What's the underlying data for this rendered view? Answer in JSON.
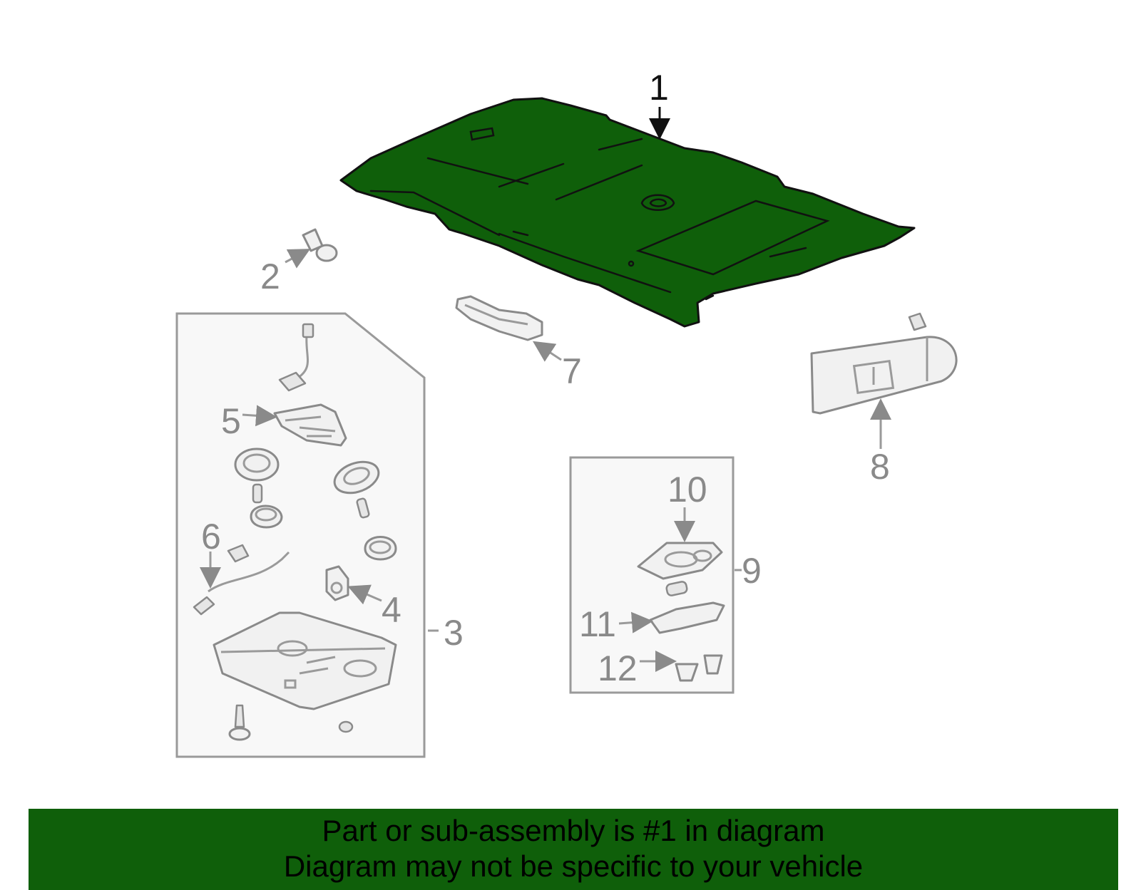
{
  "colors": {
    "highlight": "#0f5f0a",
    "banner": "#0f5f0a",
    "callout_gray": "#8a8a8a",
    "outline": "#111111"
  },
  "callouts": {
    "c1": "1",
    "c2": "2",
    "c3": "3",
    "c4": "4",
    "c5": "5",
    "c6": "6",
    "c7": "7",
    "c8": "8",
    "c9": "9",
    "c10": "10",
    "c11": "11",
    "c12": "12"
  },
  "banner": {
    "line1": "Part or sub-assembly is #1 in diagram",
    "line2": "Diagram may not be specific to your vehicle"
  }
}
